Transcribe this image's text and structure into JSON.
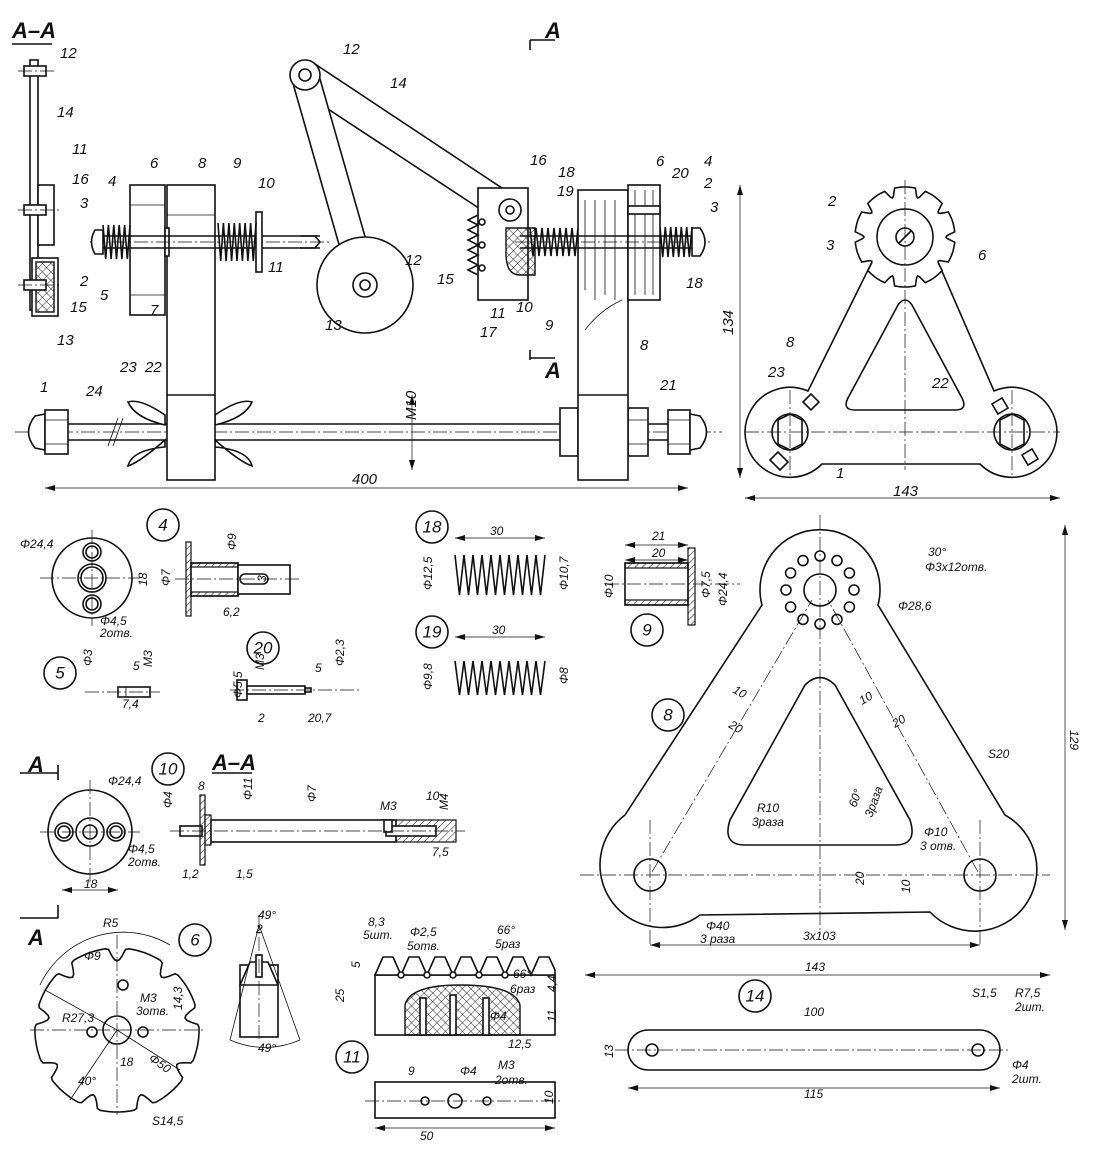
{
  "colors": {
    "ink": "#111111",
    "paper": "#ffffff"
  },
  "assembly": {
    "section_title": "А–А",
    "cut_marker_top": "А",
    "cut_marker_bottom": "А",
    "callouts": [
      "12",
      "14",
      "11",
      "16",
      "4",
      "3",
      "2",
      "5",
      "15",
      "13",
      "6",
      "8",
      "9",
      "10",
      "7",
      "11",
      "12",
      "14",
      "16",
      "18",
      "19",
      "12",
      "13",
      "15",
      "11",
      "17",
      "10",
      "9",
      "6",
      "20",
      "4",
      "2",
      "3",
      "18",
      "8",
      "21",
      "1",
      "24",
      "23",
      "22",
      "M10",
      "400"
    ]
  },
  "right_view": {
    "callouts": [
      "2",
      "3",
      "6",
      "8",
      "23",
      "22",
      "1",
      "134",
      "143"
    ]
  },
  "details": {
    "part4": {
      "number": "4",
      "labels": [
        "Φ24,4",
        "18",
        "Φ7",
        "Φ9",
        "3",
        "6,2",
        "Φ4,5",
        "2отв."
      ]
    },
    "part5": {
      "number": "5",
      "labels": [
        "Φ3",
        "5",
        "М3",
        "7,4"
      ]
    },
    "part20": {
      "number": "20",
      "labels": [
        "М3",
        "Φ5,5",
        "5",
        "Φ2,3",
        "2",
        "20,7"
      ]
    },
    "part18": {
      "number": "18",
      "labels": [
        "30",
        "Φ12,5",
        "Φ10,7"
      ]
    },
    "part19": {
      "number": "19",
      "labels": [
        "30",
        "Φ9,8",
        "Φ8"
      ]
    },
    "part9": {
      "number": "9",
      "labels": [
        "21",
        "20",
        "Φ10",
        "Φ7,5",
        "Φ24,4"
      ]
    },
    "part8": {
      "number": "8",
      "labels": [
        "30°",
        "Φ3х12отв.",
        "Φ28,6",
        "10",
        "20",
        "10",
        "20",
        "S20",
        "R10",
        "3раза",
        "60°",
        "3раза",
        "Φ10",
        "3 отв.",
        "20",
        "10",
        "Φ40",
        "3 раза",
        "3х103",
        "143",
        "129"
      ]
    },
    "part14": {
      "number": "14",
      "labels": [
        "100",
        "S1,5",
        "R7,5",
        "2шт.",
        "13",
        "Φ4",
        "2шт.",
        "115"
      ]
    },
    "part10": {
      "number": "10",
      "labels": [
        "А",
        "А–А",
        "Φ24,4",
        "Φ4,5",
        "2отв.",
        "18",
        "8",
        "Φ4",
        "Φ11",
        "Φ7",
        "М3",
        "10",
        "М4",
        "7,5",
        "1,2",
        "1,5"
      ]
    },
    "part6": {
      "number": "6",
      "labels": [
        "А",
        "R5",
        "Φ9",
        "М3",
        "3отв.",
        "14,3",
        "R27,3",
        "18",
        "Φ50",
        "40°",
        "S14,5"
      ]
    },
    "part11": {
      "number": "11",
      "labels": [
        "49°",
        "2",
        "49°",
        "8,3",
        "5шт.",
        "Φ2,5",
        "5отв.",
        "66°",
        "5раз",
        "66°",
        "6раз",
        "5",
        "25",
        "4,4",
        "11",
        "Φ4",
        "12,5",
        "9",
        "Φ4",
        "М3",
        "2отв.",
        "10",
        "50"
      ]
    }
  }
}
